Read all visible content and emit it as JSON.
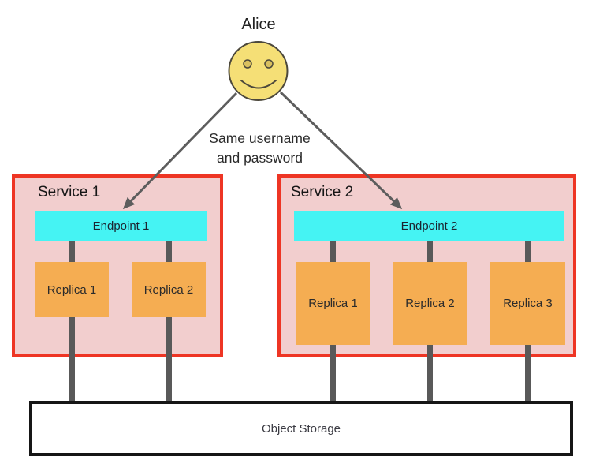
{
  "diagram": {
    "actor": {
      "label": "Alice"
    },
    "note": {
      "line1": "Same username",
      "line2": "and password"
    },
    "services": [
      {
        "title": "Service 1",
        "endpoint": "Endpoint 1",
        "replicas": [
          "Replica 1",
          "Replica 2"
        ]
      },
      {
        "title": "Service 2",
        "endpoint": "Endpoint 2",
        "replicas": [
          "Replica 1",
          "Replica 2",
          "Replica 3"
        ]
      }
    ],
    "storage": {
      "label": "Object Storage"
    }
  },
  "colors": {
    "service-border": "#ee3524",
    "service-fill": "#f2cece",
    "endpoint-fill": "#45f3f3",
    "replica-fill": "#f5ad52",
    "connector": "#595959",
    "arrow": "#5d5d5d",
    "face-fill": "#f5df76",
    "face-outline": "#4c483c",
    "eye-fill": "#d9c05f",
    "storage-border": "#161616",
    "text": "#212121"
  }
}
